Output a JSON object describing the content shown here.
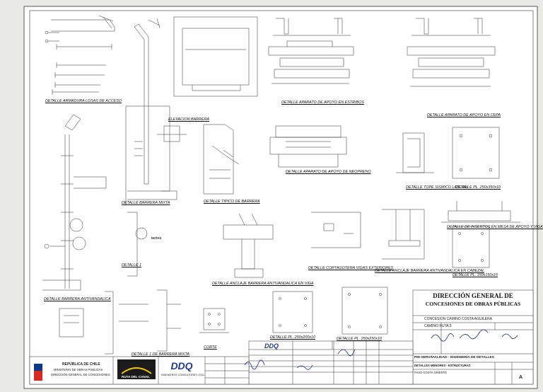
{
  "details": [
    {
      "id": "losas",
      "caption": "DETALLE ARMADURA LOSAS DE ACCESO"
    },
    {
      "id": "barrera-anti",
      "caption": "DETALLE BARRERA ANTIVANDALICA"
    },
    {
      "id": "barrera-mixta",
      "caption": "DETALLE BARRERA MIXTA"
    },
    {
      "id": "elevacion",
      "caption": "ELEVACION BARRERA"
    },
    {
      "id": "tipico",
      "caption": "DETALLE TIPICO DE BARRERA"
    },
    {
      "id": "apoyo-estribos",
      "caption": "DETALLE APARATO DE APOYO EN ESTRIBOS"
    },
    {
      "id": "apoyo-cepa",
      "caption": "DETALLE APARATO DE APOYO EN CEPA"
    },
    {
      "id": "apoyo-neopreno",
      "caption": "DETALLE APARATO DE APOYO DE NEOPRENO"
    },
    {
      "id": "tope",
      "caption": "DETALLE TOPE SISMICO LATERAL"
    },
    {
      "id": "pl-250",
      "caption": "DETALLE PL. 250x350x10"
    },
    {
      "id": "anclaje-sup",
      "caption": "DETALLE ANCLAJE BARRERA ANTIVANDALICA EN VIGA"
    },
    {
      "id": "cortagotera",
      "caption": "DETALLE CORTAGOTERA VIGAS EXTERIORES"
    },
    {
      "id": "anclaje-cabezal",
      "caption": "DETALLE ANCLAJE BARRERA ANTIVANDALICA EN CABEZAL"
    },
    {
      "id": "insertos",
      "caption": "DETALLE DE INSERTOS EN MESA DE APOYO Y VIGA"
    },
    {
      "id": "pl-150",
      "caption": "DETALLE PL. 150x150x10"
    },
    {
      "id": "pl-200",
      "caption": "DETALLE PL. 200x200x10"
    },
    {
      "id": "pl-250b",
      "caption": "DETALLE PL. 250x250x10"
    },
    {
      "id": "detalle1",
      "caption": "DETALLE 1"
    },
    {
      "id": "detalle1b",
      "caption": "DETALLE 1 DE BARRERA MIXTA"
    },
    {
      "id": "corte",
      "caption": "CORTE"
    }
  ],
  "notes_label": "NOTAS",
  "title_block": {
    "org_line1": "DIRECCIÓN GENERAL DE",
    "org_line2": "CONCESIONES DE OBRAS PÚBLICAS",
    "project": "CONCESION CAMINO COSTA AGUILERA",
    "sector": "CAMINO RUTA 5",
    "firm": "DDQ",
    "firm_sub": "INGENIEROS CONSULTORES LTDA",
    "pid_label": "PID-SERVIVIALIDAD - INGENIERÍA DE DETALLES",
    "drawing_title": "DETALLES MENORES - ESTRUCTURAS",
    "drawing_sub": "PASO COSTA ORIENTE",
    "revision": "A"
  },
  "footer": {
    "gov_line1": "REPÚBLICA DE CHILE",
    "gov_line2": "MINISTERIO DE OBRAS PÚBLICAS",
    "gov_line3": "DIRECCIÓN GENERAL DE CONCESIONES",
    "concession_logo": "RUTA DEL CANAL",
    "firm": "DDQ",
    "firm_sub": "INGENIEROS CONSULTORES LTDA."
  },
  "colors": {
    "paper": "#ffffff",
    "ink": "#2a2a2a",
    "firm_blue": "#1f3b8c",
    "gov_blue": "#0b3a87",
    "gov_red": "#d52b1e",
    "canal_dark": "#1b1b1b"
  }
}
